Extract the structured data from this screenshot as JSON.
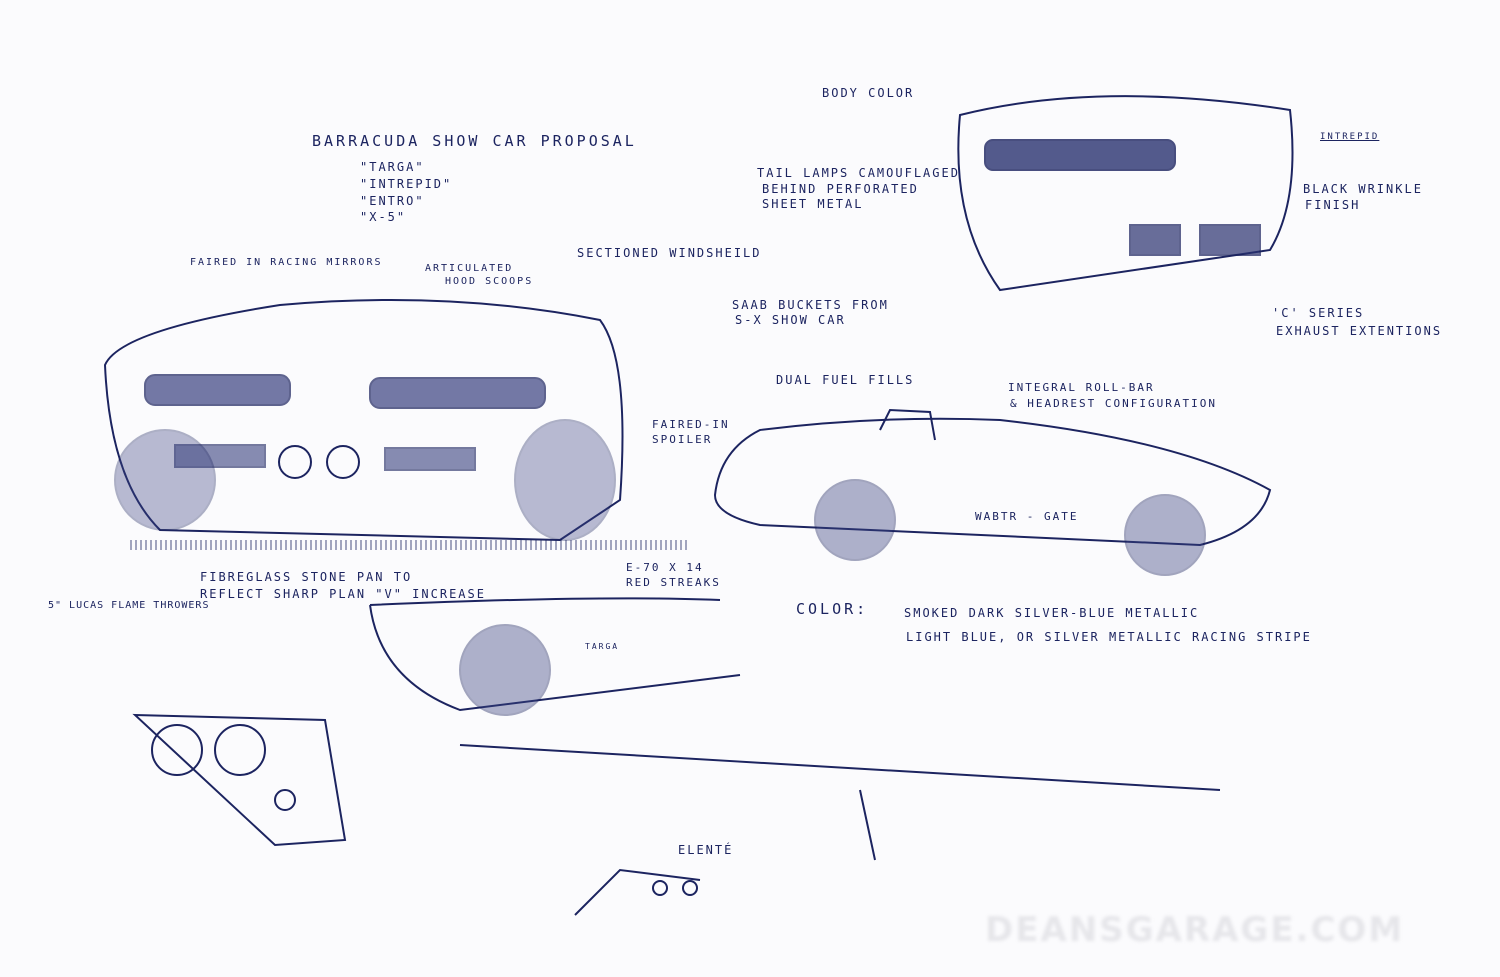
{
  "title": "Barracuda show car proposal",
  "names": [
    "\"Targa\"",
    "\"Intrepid\"",
    "\"Entro\"",
    "\"X-5\""
  ],
  "notes": {
    "body_color": "Body color",
    "tail_lamps": [
      "Tail lamps camouflaged",
      "behind perforated",
      "sheet metal"
    ],
    "intrepid": "Intrepid",
    "black_wrinkle": [
      "Black wrinkle",
      "finish"
    ],
    "exhaust": [
      "'C' series",
      "exhaust extentions"
    ],
    "mirrors": "Faired in racing mirrors",
    "hood_scoops": [
      "Articulated",
      "hood scoops"
    ],
    "windshield": "Sectioned windsheild",
    "saab": [
      "Saab buckets from",
      "S-X show car"
    ],
    "dual_fuel": "Dual fuel fills",
    "roll_bar": [
      "Integral roll-bar",
      "& headrest configuration"
    ],
    "spoiler": [
      "Faired-in",
      "spoiler"
    ],
    "wabtr": "Wabtr - Gate",
    "fibreglass": [
      "Fibreglass stone pan to",
      "reflect sharp plan \"V\" increase"
    ],
    "tires": [
      "E-70 x 14",
      "red streaks"
    ],
    "lucas": "5\" Lucas flame throwers",
    "color_label": "Color:",
    "color_1": "Smoked dark silver-blue metallic",
    "color_2": "Light blue, or silver metallic racing stripe",
    "targa_badge": "Targa",
    "elente": "Elenté"
  },
  "watermark": "DEANSGARAGE.COM",
  "colors": {
    "ink": "#1c2460",
    "paper": "#fbfbfd"
  }
}
